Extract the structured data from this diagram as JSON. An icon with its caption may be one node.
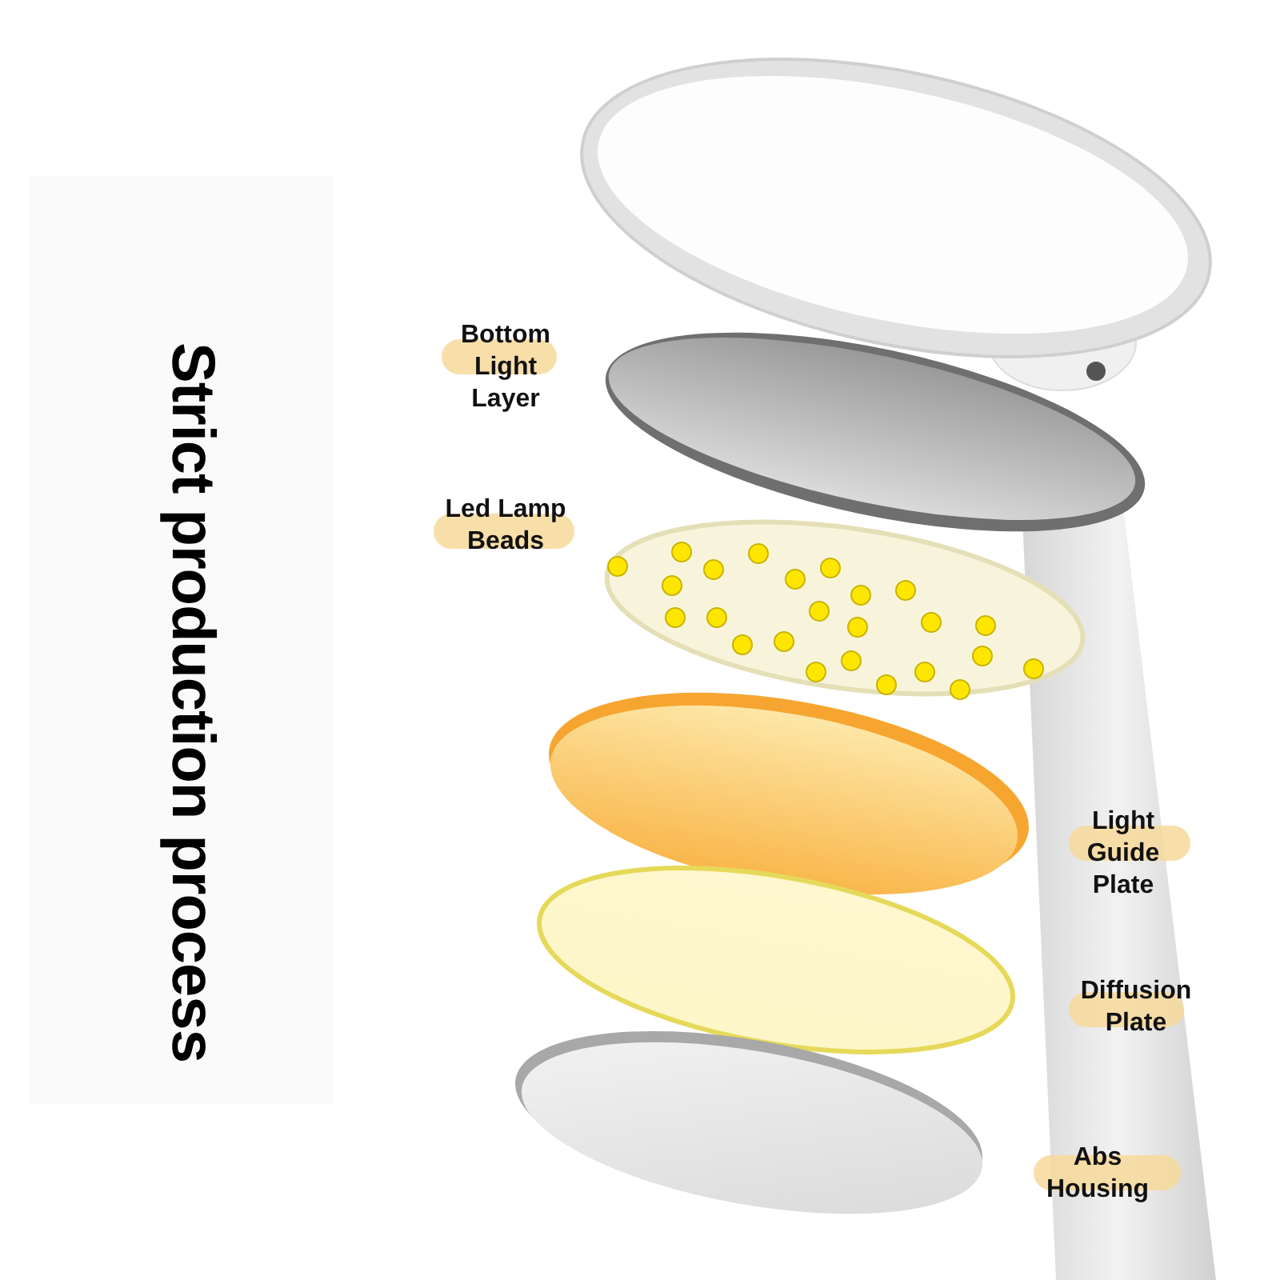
{
  "diagram": {
    "title": "Strict production process",
    "labels": [
      "Bottom Light Layer",
      "Led Lamp Beads",
      "Light Guide Plate",
      "Diffusion Plate",
      "Abs Housing"
    ]
  }
}
